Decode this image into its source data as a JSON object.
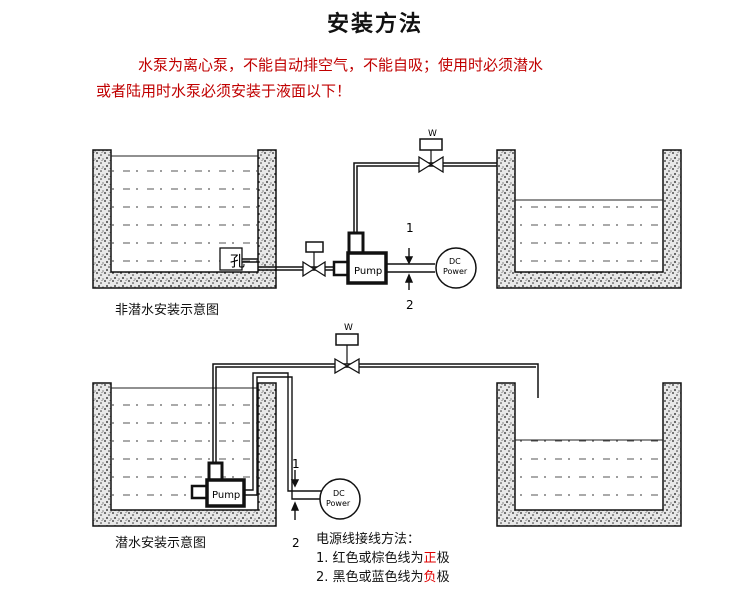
{
  "title": "安装方法",
  "warning": {
    "line1": "水泵为离心泵，不能自动排空气，不能自吸；使用时必须潜水",
    "line2": "或者陆用时水泵必须安装于液面以下！"
  },
  "diagram1": {
    "caption": "非潜水安装示意图",
    "hole_label": "孔",
    "pump_label": "Pump",
    "power_label_1": "DC",
    "power_label_2": "Power",
    "valve_label": "W",
    "wire_1": "1",
    "wire_2": "2"
  },
  "diagram2": {
    "caption": "潜水安装示意图",
    "pump_label": "Pump",
    "power_label_1": "DC",
    "power_label_2": "Power",
    "valve_label": "W",
    "wire_1": "1",
    "wire_2": "2"
  },
  "wiring": {
    "heading": "电源线接线方法：",
    "item1_prefix": "1. 红色或棕色线为",
    "item1_highlight": "正",
    "item1_suffix": "极",
    "item2_prefix": "2. 黑色或蓝色线为",
    "item2_highlight": "负",
    "item2_suffix": "极"
  }
}
